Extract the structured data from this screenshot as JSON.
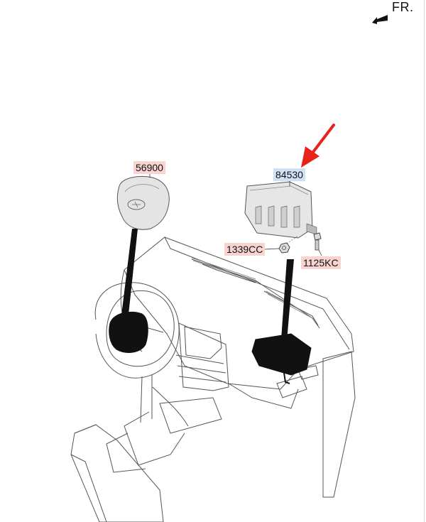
{
  "orientation": {
    "label": "FR.",
    "icon": "direction-arrow-icon"
  },
  "parts": [
    {
      "code": "56900",
      "highlight": "pink",
      "icon": "driver-airbag-module-icon"
    },
    {
      "code": "84530",
      "highlight": "blue",
      "icon": "passenger-airbag-module-icon"
    },
    {
      "code": "1339CC",
      "highlight": "pink",
      "icon": "nut-icon"
    },
    {
      "code": "1125KC",
      "highlight": "pink",
      "icon": "bolt-icon"
    }
  ],
  "colors": {
    "pink": "#f8d3cf",
    "blue": "#cfe0f7",
    "pointer": "#e8231b"
  },
  "pointer": {
    "icon": "red-pointer-arrow-icon",
    "target": "84530"
  }
}
